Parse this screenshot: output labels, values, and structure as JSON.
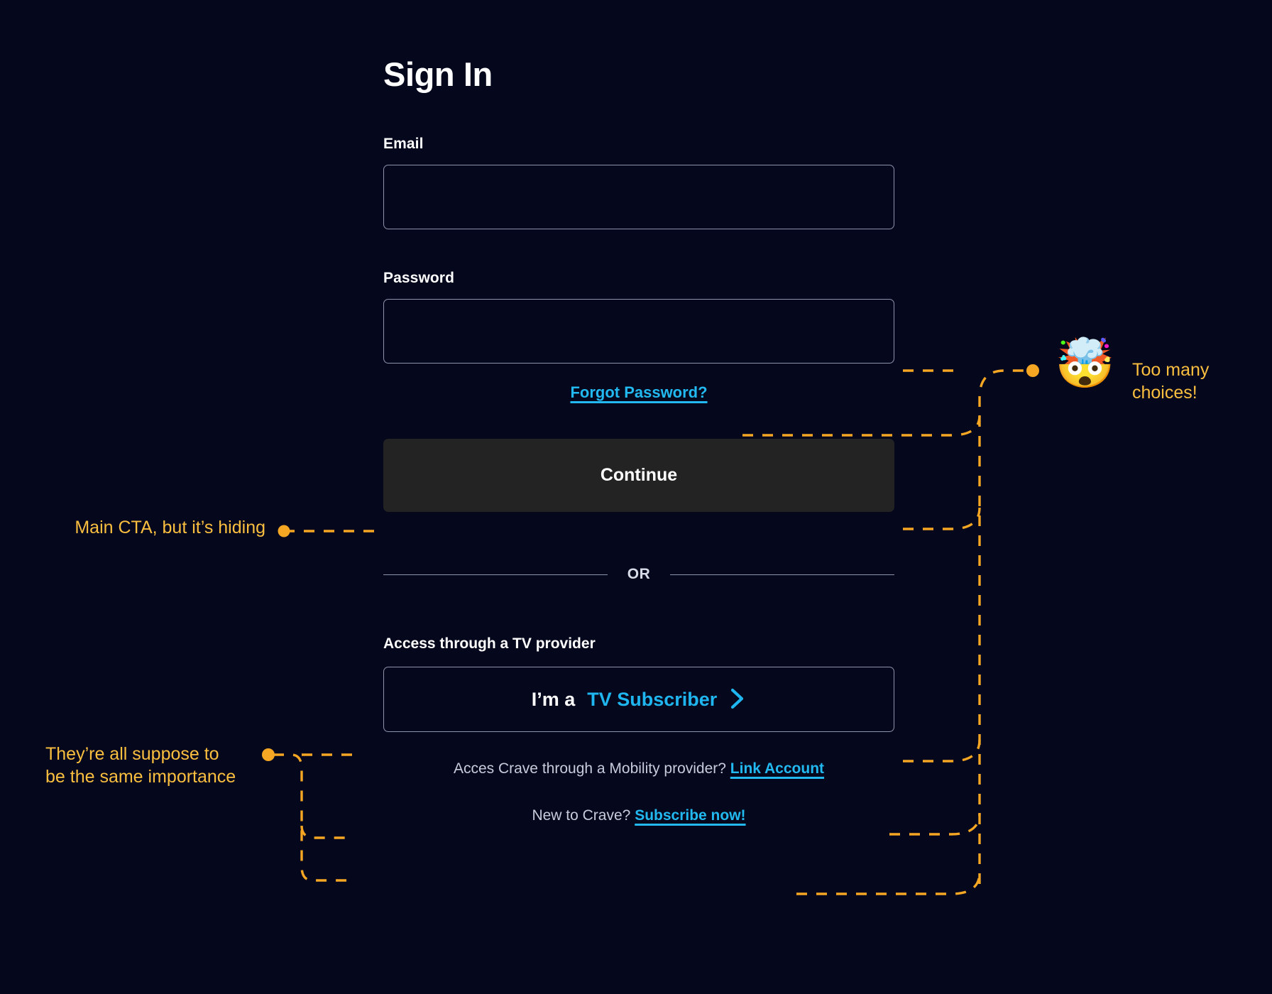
{
  "page": {
    "background_color": "#05071c",
    "title": "Sign In"
  },
  "form": {
    "email": {
      "label": "Email",
      "value": "",
      "placeholder": ""
    },
    "password": {
      "label": "Password",
      "value": "",
      "placeholder": ""
    },
    "forgot_password_label": "Forgot Password?",
    "continue_label": "Continue",
    "divider_label": "OR",
    "provider_heading": "Access through a TV provider",
    "tv_subscriber": {
      "lead_text": "I’m a ",
      "highlight_text": "TV Subscriber",
      "chevron_icon": "chevron-right-icon"
    },
    "mobility": {
      "text": "Acces Crave through a Mobility provider? ",
      "link_label": "Link Account"
    },
    "new_user": {
      "text": "New to Crave? ",
      "link_label": "Subscribe now!"
    }
  },
  "annotations": {
    "accent_color": "#f5a623",
    "text_color": "#fbbf40",
    "items": [
      {
        "id": "main-cta",
        "text": "Main CTA, but it’s hiding",
        "side": "left"
      },
      {
        "id": "same-importance",
        "line1": "They’re all suppose to",
        "line2": "be the same importance",
        "side": "left"
      },
      {
        "id": "too-many-choices",
        "line1": "Too many",
        "line2": "choices!",
        "emoji": "🤯",
        "emoji_name": "exploding-head-emoji",
        "side": "right"
      }
    ]
  },
  "colors": {
    "link_blue": "#22b8f0",
    "input_border": "#8d93ab",
    "cta_background": "#232323",
    "body_text": "#c6ccdb",
    "heading_text": "#ffffff"
  }
}
